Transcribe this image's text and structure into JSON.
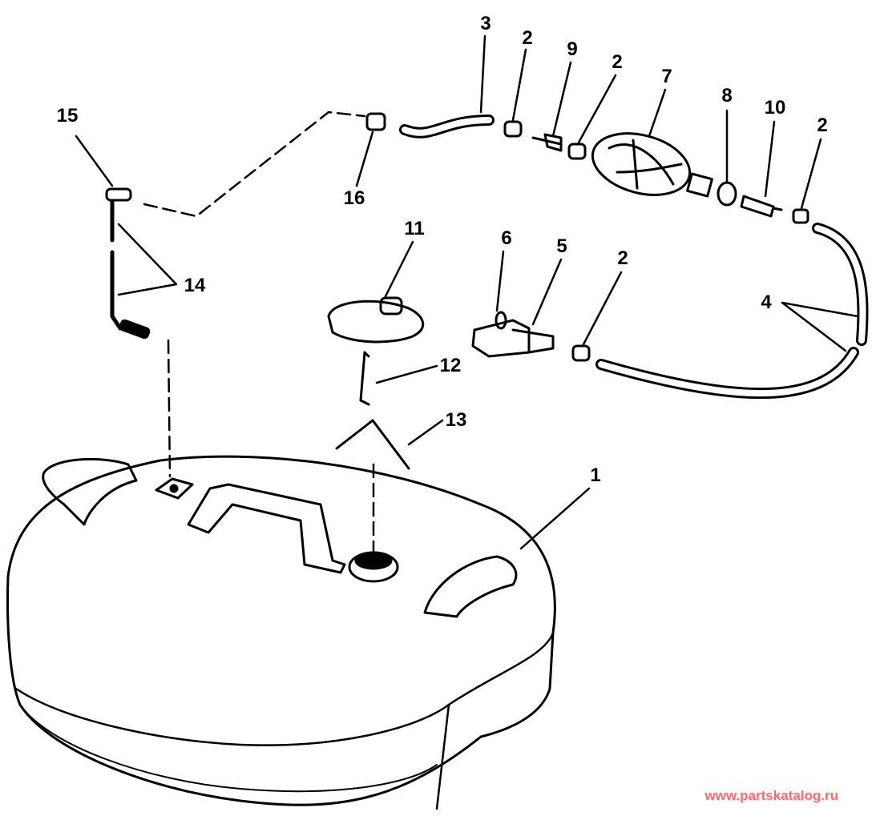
{
  "diagram": {
    "callouts": [
      "3",
      "2",
      "9",
      "2",
      "7",
      "8",
      "10",
      "2",
      "15",
      "16",
      "11",
      "6",
      "5",
      "2",
      "14",
      "4",
      "12",
      "13",
      "1"
    ],
    "watermark": "www.partskatalog.ru",
    "colors": {
      "line": "#000000",
      "watermark": "#ff6b6b"
    }
  }
}
